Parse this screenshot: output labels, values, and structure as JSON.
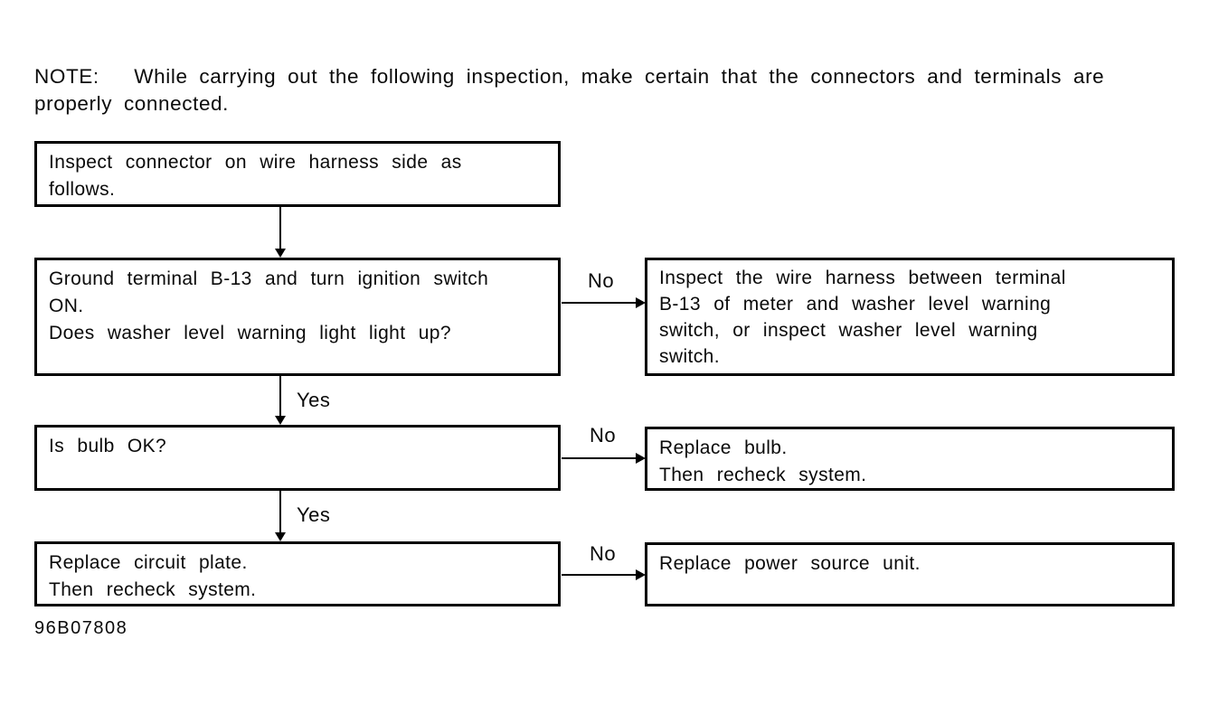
{
  "note": {
    "text": "NOTE:   While carrying out the following inspection, make certain that the connectors and terminals are\nproperly connected."
  },
  "figure_code": "96B07808",
  "flowchart": {
    "type": "troubleshooting-flowchart",
    "colors": {
      "line": "#000000",
      "background": "#ffffff",
      "text": "#0a0a0a"
    },
    "boxes": {
      "step1": "Inspect connector on wire harness side as\nfollows.",
      "step2": "Ground terminal B-13 and turn ignition switch\nON.\nDoes washer level warning light light up?",
      "step3": "Is bulb OK?",
      "step4": "Replace circuit plate.\nThen recheck system.",
      "action1": "Inspect the wire harness between terminal\nB-13 of meter and washer level warning\nswitch, or inspect washer level warning\nswitch.",
      "action2": "Replace bulb.\nThen recheck system.",
      "action3": "Replace power source unit."
    },
    "edges": [
      {
        "from": "step1",
        "to": "step2",
        "label": ""
      },
      {
        "from": "step2",
        "to": "action1",
        "label": "No"
      },
      {
        "from": "step2",
        "to": "step3",
        "label": "Yes"
      },
      {
        "from": "step3",
        "to": "action2",
        "label": "No"
      },
      {
        "from": "step3",
        "to": "step4",
        "label": "Yes"
      },
      {
        "from": "step4",
        "to": "action3",
        "label": "No"
      }
    ]
  }
}
